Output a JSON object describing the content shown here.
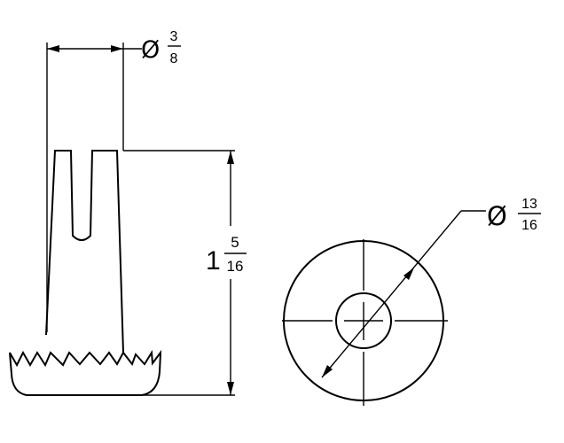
{
  "dimensions": {
    "top_width": {
      "symbol": "Ø",
      "numerator": "3",
      "denominator": "8"
    },
    "height": {
      "whole": "1",
      "numerator": "5",
      "denominator": "16"
    },
    "end_diameter": {
      "symbol": "Ø",
      "numerator": "13",
      "denominator": "16"
    }
  },
  "colors": {
    "line": "#000000",
    "background": "#ffffff"
  }
}
